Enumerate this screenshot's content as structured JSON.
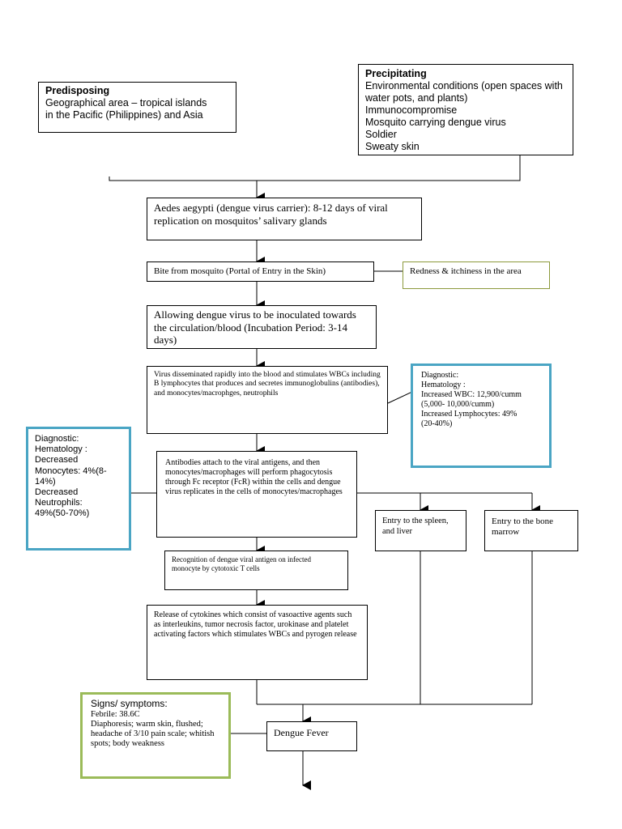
{
  "predisposing": {
    "title": "Predisposing",
    "lines": [
      "Geographical area – tropical islands",
      "in the Pacific (Philippines) and Asia"
    ]
  },
  "precipitating": {
    "title": "Precipitating",
    "lines": [
      "Environmental conditions (open spaces with",
      "water pots, and plants)",
      "Immunocompromise",
      "Mosquito carrying dengue virus",
      "Soldier",
      "Sweaty skin"
    ]
  },
  "aedes": {
    "text": "Aedes aegypti (dengue virus carrier): 8-12 days of viral replication on mosquitos’ salivary glands"
  },
  "bite": {
    "text": "Bite from mosquito (Portal of Entry in the Skin)"
  },
  "redness": {
    "text": "Redness & itchiness in the area"
  },
  "inoculated": {
    "text": "Allowing dengue virus to be inoculated towards the circulation/blood (Incubation Period: 3-14 days)"
  },
  "disseminated": {
    "text": "Virus disseminated rapidly into the blood and stimulates WBCs including B lymphocytes that produces and secretes immunoglobulins (antibodies), and monocytes/macrophges, neutrophils"
  },
  "diag_right": {
    "title": "Diagnostic:",
    "lines": [
      "Hematology :",
      "Increased WBC: 12,900/cumm",
      "(5,000- 10,000/cumm)",
      "Increased Lymphocytes: 49%",
      "(20-40%)"
    ]
  },
  "diag_left": {
    "title": "Diagnostic:",
    "lines": [
      "Hematology :",
      "Decreased",
      "Monocytes: 4%(8-",
      "14%)",
      "Decreased",
      "Neutrophils:",
      "49%(50-70%)"
    ]
  },
  "antibodies": {
    "text": "Antibodies attach to the viral antigens, and then monocytes/macrophages will perform phagocytosis through Fc receptor (FcR) within the cells and dengue virus replicates in the cells of monocytes/macrophages"
  },
  "spleen": {
    "text": "Entry to the spleen, and liver"
  },
  "marrow": {
    "text": "Entry to the bone marrow"
  },
  "recognition": {
    "text": "Recognition of dengue viral antigen on infected monocyte by cytotoxic T cells"
  },
  "cytokines": {
    "text": "Release of cytokines which consist of  vasoactive agents such as interleukins, tumor necrosis factor, urokinase and platelet activating factors which stimulates WBCs and pyrogen release"
  },
  "signs": {
    "title": "Signs/ symptoms:",
    "lines": [
      "Febrile: 38.6C",
      "Diaphoresis; warm skin, flushed; headache of 3/10 pain scale; whitish spots; body weakness"
    ]
  },
  "fever": {
    "text": "Dengue Fever"
  },
  "colors": {
    "diagnostic_border": "#4aa5c4",
    "signs_border": "#9bbb59",
    "redness_border": "#8c9a3c"
  }
}
